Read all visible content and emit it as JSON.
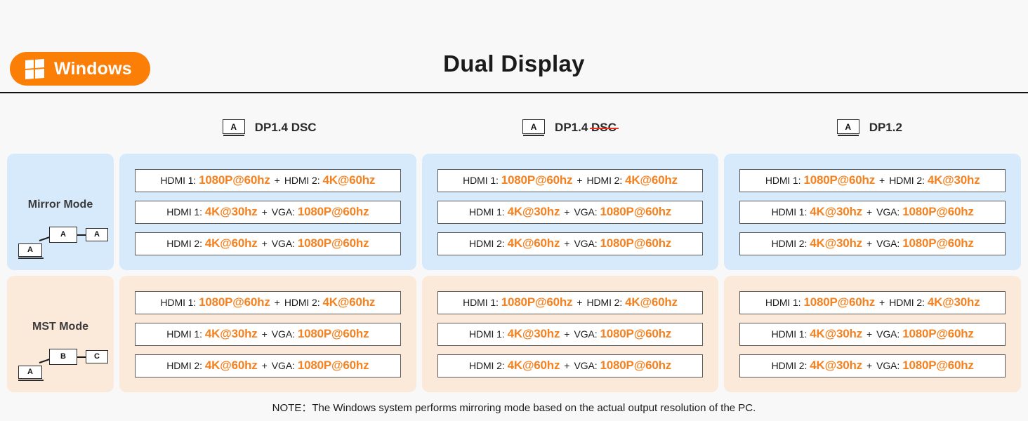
{
  "header": {
    "os_badge": {
      "label": "Windows",
      "icon": "windows-logo-icon",
      "bg_color": "#fb7e07"
    },
    "title": "Dual Display"
  },
  "columns": [
    {
      "icon_letter": "A",
      "label": "DP1.4 DSC",
      "label_main": "DP1.4 ",
      "label_struck": ""
    },
    {
      "icon_letter": "A",
      "label": "DP1.4 DSC",
      "label_main": "DP1.4 ",
      "label_struck": "DSC"
    },
    {
      "icon_letter": "A",
      "label": "DP1.2",
      "label_main": "DP1.2",
      "label_struck": ""
    }
  ],
  "colors": {
    "accent_orange": "#f5811f",
    "badge_orange": "#fb7e07",
    "mirror_panel": "#d6eafb",
    "mst_panel": "#fbeada",
    "strike_red": "#ef3124",
    "background": "#f8f8f8"
  },
  "rows": [
    {
      "mode": "Mirror Mode",
      "theme": "mirror",
      "diagram": {
        "laptop": "A",
        "mid": "A",
        "right": "A"
      },
      "cells": [
        [
          {
            "a_label": "HDMI 1:",
            "a_value": "1080P@60hz",
            "sep": "+",
            "b_label": "HDMI 2:",
            "b_value": "4K@60hz"
          },
          {
            "a_label": "HDMI 1:",
            "a_value": "4K@30hz",
            "sep": "+",
            "b_label": "VGA:",
            "b_value": "1080P@60hz"
          },
          {
            "a_label": "HDMI 2:",
            "a_value": "4K@60hz",
            "sep": "+",
            "b_label": "VGA:",
            "b_value": "1080P@60hz"
          }
        ],
        [
          {
            "a_label": "HDMI 1:",
            "a_value": "1080P@60hz",
            "sep": "+",
            "b_label": "HDMI 2:",
            "b_value": "4K@60hz"
          },
          {
            "a_label": "HDMI 1:",
            "a_value": "4K@30hz",
            "sep": "+",
            "b_label": "VGA:",
            "b_value": "1080P@60hz"
          },
          {
            "a_label": "HDMI 2:",
            "a_value": "4K@60hz",
            "sep": "+",
            "b_label": "VGA:",
            "b_value": "1080P@60hz"
          }
        ],
        [
          {
            "a_label": "HDMI 1:",
            "a_value": "1080P@60hz",
            "sep": "+",
            "b_label": "HDMI 2:",
            "b_value": "4K@30hz"
          },
          {
            "a_label": "HDMI 1:",
            "a_value": "4K@30hz",
            "sep": "+",
            "b_label": "VGA:",
            "b_value": "1080P@60hz"
          },
          {
            "a_label": "HDMI 2:",
            "a_value": "4K@30hz",
            "sep": "+",
            "b_label": "VGA:",
            "b_value": "1080P@60hz"
          }
        ]
      ]
    },
    {
      "mode": "MST Mode",
      "theme": "mst",
      "diagram": {
        "laptop": "A",
        "mid": "B",
        "right": "C"
      },
      "cells": [
        [
          {
            "a_label": "HDMI 1:",
            "a_value": "1080P@60hz",
            "sep": "+",
            "b_label": "HDMI 2:",
            "b_value": "4K@60hz"
          },
          {
            "a_label": "HDMI 1:",
            "a_value": "4K@30hz",
            "sep": "+",
            "b_label": "VGA:",
            "b_value": "1080P@60hz"
          },
          {
            "a_label": "HDMI 2:",
            "a_value": "4K@60hz",
            "sep": "+",
            "b_label": "VGA:",
            "b_value": "1080P@60hz"
          }
        ],
        [
          {
            "a_label": "HDMI 1:",
            "a_value": "1080P@60hz",
            "sep": "+",
            "b_label": "HDMI 2:",
            "b_value": "4K@60hz"
          },
          {
            "a_label": "HDMI 1:",
            "a_value": "4K@30hz",
            "sep": "+",
            "b_label": "VGA:",
            "b_value": "1080P@60hz"
          },
          {
            "a_label": "HDMI 2:",
            "a_value": "4K@60hz",
            "sep": "+",
            "b_label": "VGA:",
            "b_value": "1080P@60hz"
          }
        ],
        [
          {
            "a_label": "HDMI 1:",
            "a_value": "1080P@60hz",
            "sep": "+",
            "b_label": "HDMI 2:",
            "b_value": "4K@30hz"
          },
          {
            "a_label": "HDMI 1:",
            "a_value": "4K@30hz",
            "sep": "+",
            "b_label": "VGA:",
            "b_value": "1080P@60hz"
          },
          {
            "a_label": "HDMI 2:",
            "a_value": "4K@30hz",
            "sep": "+",
            "b_label": "VGA:",
            "b_value": "1080P@60hz"
          }
        ]
      ]
    }
  ],
  "note": "NOTE：The Windows system performs mirroring mode based on the actual output resolution of the PC."
}
